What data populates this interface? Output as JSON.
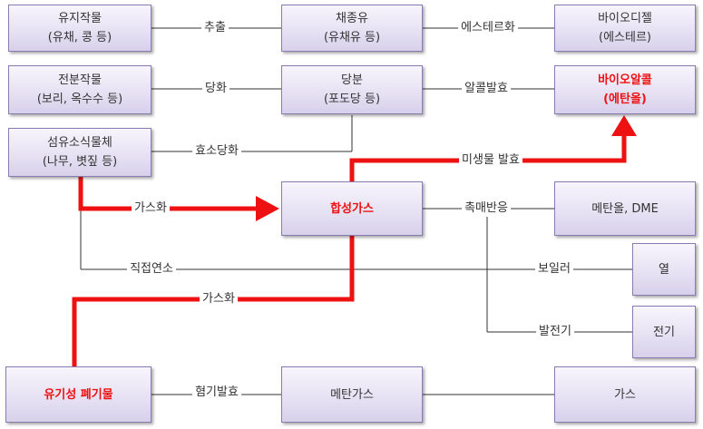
{
  "nodes": {
    "oil_crops": {
      "line1": "유지작물",
      "line2": "(유채, 콩 등)"
    },
    "biodiesel_oil": {
      "line1": "채종유",
      "line2": "(유채유 등)"
    },
    "biodiesel": {
      "line1": "바이오디젤",
      "line2": "(에스테르)"
    },
    "starch_crops": {
      "line1": "전분작물",
      "line2": "(보리, 옥수수 등)"
    },
    "sugar": {
      "line1": "당분",
      "line2": "(포도당 등)"
    },
    "bioalcohol": {
      "line1": "바이오알콜",
      "line2": "(에탄올)"
    },
    "cellulose": {
      "line1": "섬유소식물체",
      "line2": "(나무, 볏짚 등)"
    },
    "syngas": {
      "line1": "합성가스"
    },
    "methanol_dme": {
      "line1": "메탄올, DME"
    },
    "heat": {
      "line1": "열"
    },
    "electricity": {
      "line1": "전기"
    },
    "organic_waste": {
      "line1": "유기성 폐기물"
    },
    "methane_gas": {
      "line1": "메탄가스"
    },
    "gas": {
      "line1": "가스"
    }
  },
  "labels": {
    "extraction": "추출",
    "esterification": "에스테르화",
    "saccharification": "당화",
    "alcohol_fermentation": "알콜발효",
    "enzymatic_saccharification": "효소당화",
    "microbial_fermentation": "미생물 발효",
    "gasification_1": "가스화",
    "catalytic_reaction": "촉매반응",
    "direct_combustion": "직접연소",
    "boiler": "보일러",
    "gasification_2": "가스화",
    "power_generation": "발전기",
    "anaerobic_digestion": "혐기발효"
  },
  "colors": {
    "highlight": "#ee1111",
    "box_border": "#8a7cb0",
    "line": "#333333"
  }
}
